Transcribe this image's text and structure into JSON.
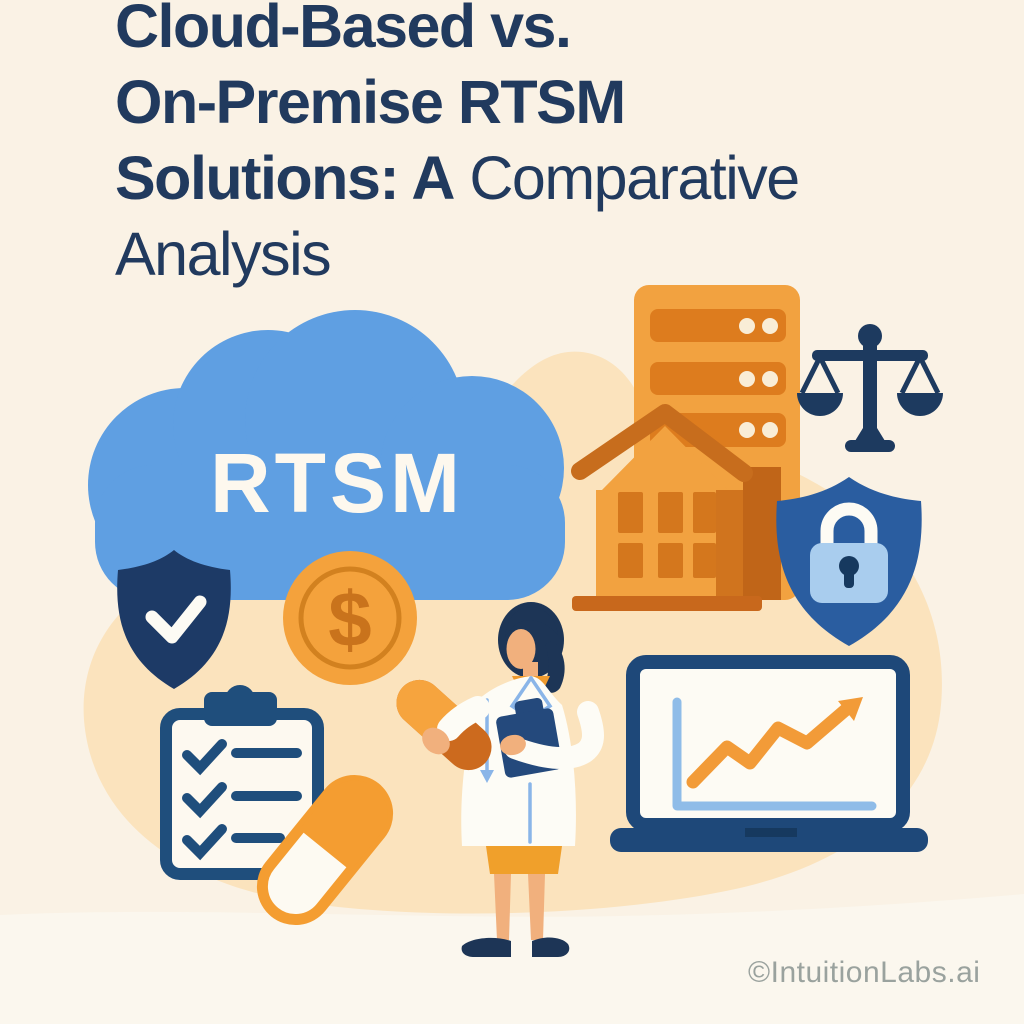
{
  "page": {
    "type": "illustration-hero-image",
    "background_color": "#faf2e5",
    "bottom_band_color": "#fbf7ee",
    "blob_color": "#fbe3bd"
  },
  "title": {
    "full_text": "Cloud-Based vs. On-Premise RTSM Solutions: A Comparative Analysis",
    "line1_strong": "Cloud-Based vs.",
    "line2_strong": "On-Premise RTSM",
    "line3_strong": "Solutions: A",
    "line3_light": "Comparative",
    "line4_light": "Analysis",
    "color": "#213a5e"
  },
  "cloud": {
    "label": "RTSM",
    "fill": "#5f9fe2",
    "label_color": "#fdf8ee"
  },
  "coin": {
    "symbol": "$",
    "fill": "#f4a23c",
    "ring_color": "#d2811f",
    "symbol_color": "#c9731c"
  },
  "checklist": {
    "rows": 3,
    "checked_rows": 3
  },
  "server": {
    "panels": 3,
    "dots_per_panel": 2
  },
  "laptop_chart": {
    "type": "line",
    "trend": "upward",
    "line_color": "#f29b38",
    "axis_color": "#8fbce8"
  },
  "watermark": {
    "text": "©IntuitionLabs.ai",
    "color": "#9aa29e"
  },
  "icons": [
    {
      "name": "cloud-rtsm-icon"
    },
    {
      "name": "shield-check-icon"
    },
    {
      "name": "dollar-coin-icon"
    },
    {
      "name": "checklist-clipboard-icon"
    },
    {
      "name": "capsule-pill-icon"
    },
    {
      "name": "server-building-icon"
    },
    {
      "name": "house-building-icon"
    },
    {
      "name": "balance-scale-icon"
    },
    {
      "name": "shield-lock-icon"
    },
    {
      "name": "laptop-growth-chart-icon"
    },
    {
      "name": "clinician-figure"
    },
    {
      "name": "held-capsule-icon"
    },
    {
      "name": "held-clipboard-icon"
    }
  ],
  "palette": {
    "navy": "#1d3a5f",
    "navy_medium": "#1f4e7c",
    "blue_cloud": "#5f9fe2",
    "blue_shield": "#2a5da0",
    "blue_light": "#a9cdee",
    "blue_line": "#8ab5e8",
    "orange_light": "#f2a240",
    "orange_mid": "#dd7c1e",
    "orange_deep": "#c86e1c",
    "skin": "#f1b07d",
    "cream_paper": "#fdf9f0",
    "cream_bg": "#faf2e5",
    "peach_blob": "#fbe3bd"
  }
}
